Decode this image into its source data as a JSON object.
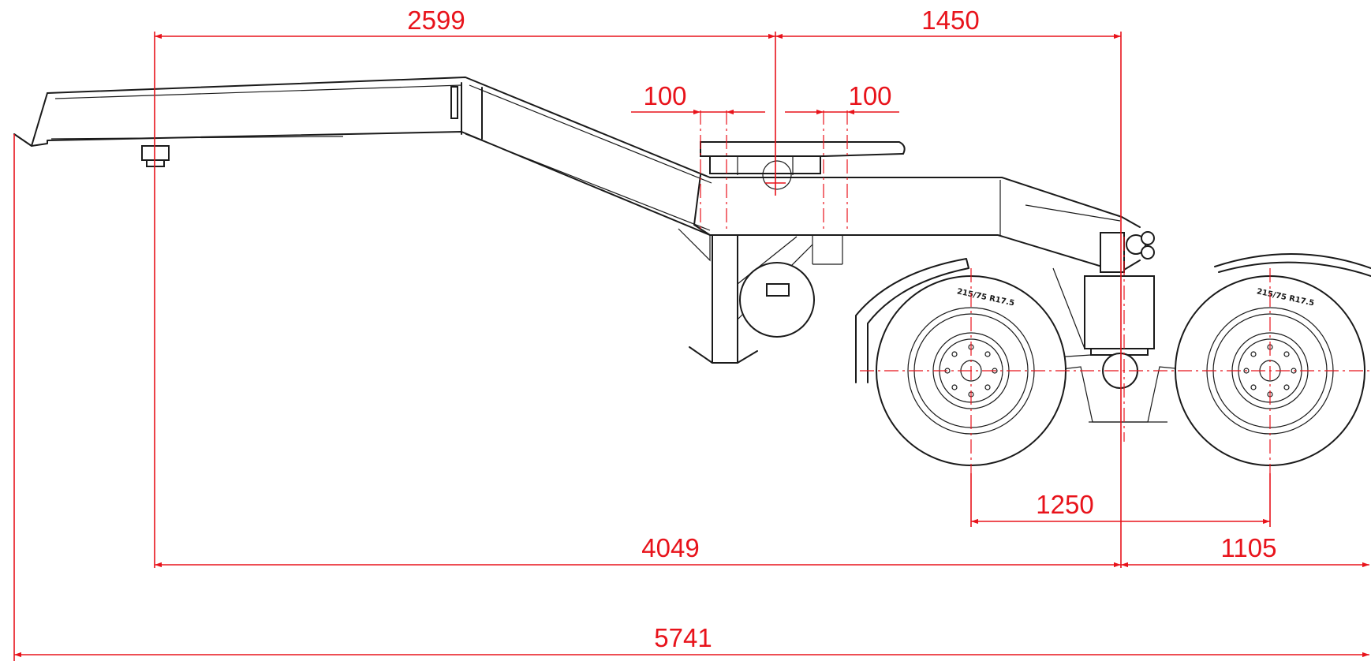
{
  "colors": {
    "dimension": "#e8131b",
    "line": "#1a1a1a",
    "background": "#ffffff"
  },
  "dimensions": {
    "d_2599": "2599",
    "d_1450": "1450",
    "d_100_left": "100",
    "d_100_right": "100",
    "d_1250": "1250",
    "d_4049": "4049",
    "d_1105": "1105",
    "d_5741": "5741"
  },
  "tires": {
    "front_size": "215/75 R17.5",
    "rear_size": "215/75 R17.5"
  }
}
